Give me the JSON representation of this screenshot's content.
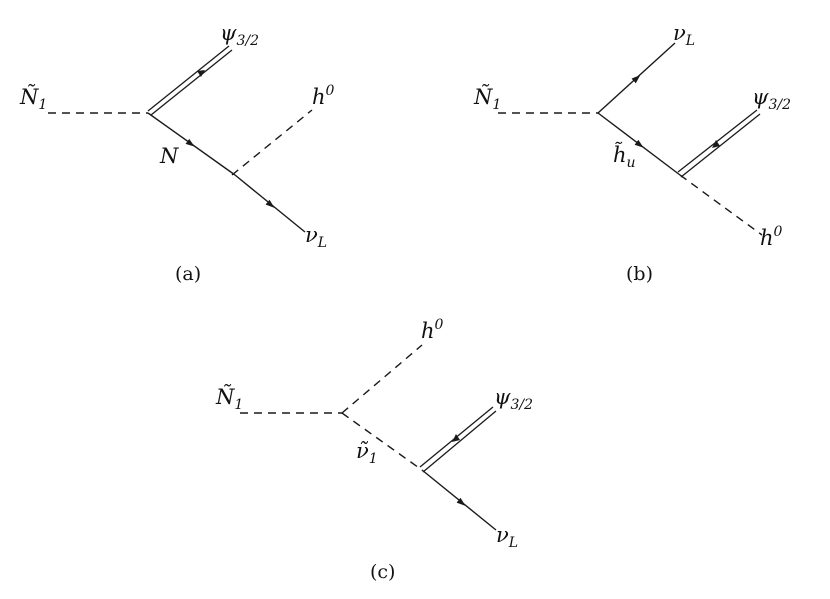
{
  "colors": {
    "line": "#1a1a1a",
    "background": "#ffffff"
  },
  "diagrams": [
    {
      "caption": "(a)",
      "labels": {
        "neutralino": {
          "main": "Ñ",
          "sub": "1"
        },
        "gravitino": {
          "main": "ψ",
          "sub": "3/2"
        },
        "internal": {
          "main": "N",
          "sub": ""
        },
        "higgs": {
          "main": "h",
          "sup": "0"
        },
        "neutrino": {
          "main": "ν",
          "sub": "L"
        }
      }
    },
    {
      "caption": "(b)",
      "labels": {
        "neutralino": {
          "main": "Ñ",
          "sub": "1"
        },
        "neutrino": {
          "main": "ν",
          "sub": "L"
        },
        "internal": {
          "main": "h̃",
          "sub": "u"
        },
        "gravitino": {
          "main": "ψ",
          "sub": "3/2"
        },
        "higgs": {
          "main": "h",
          "sup": "0"
        }
      }
    },
    {
      "caption": "(c)",
      "labels": {
        "neutralino": {
          "main": "Ñ",
          "sub": "1"
        },
        "higgs": {
          "main": "h",
          "sup": "0"
        },
        "internal": {
          "main": "ν̃",
          "sub": "1"
        },
        "gravitino": {
          "main": "ψ",
          "sub": "3/2"
        },
        "neutrino": {
          "main": "ν",
          "sub": "L"
        }
      }
    }
  ]
}
